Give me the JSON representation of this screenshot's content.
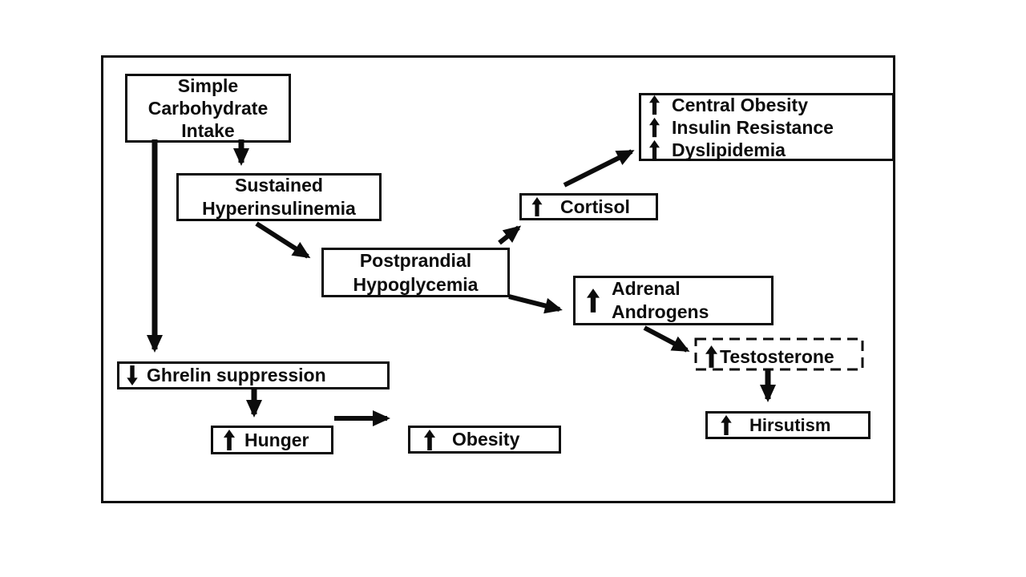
{
  "page": {
    "background_color": "#ffffff",
    "ink_color": "#0c0c0c"
  },
  "diagram": {
    "description": "Flowchart linking simple carbohydrate intake to hyperinsulinemia, hypoglycemia, cortisol, androgen and obesity outcomes",
    "nodes": {
      "simple_carb": {
        "label": "Simple\nCarbohydrate\nIntake",
        "border": "solid"
      },
      "sustained": {
        "label": "Sustained\nHyperinsulinemia",
        "border": "solid"
      },
      "postprandial": {
        "label": "Postprandial\nHypoglycemia",
        "border": "solid"
      },
      "cortisol": {
        "icon": "up-arrow",
        "label": "Cortisol",
        "border": "solid"
      },
      "outcomes": {
        "border": "solid",
        "items": [
          {
            "icon": "up-arrow",
            "label": "Central Obesity"
          },
          {
            "icon": "up-arrow",
            "label": "Insulin Resistance"
          },
          {
            "icon": "up-arrow",
            "label": "Dyslipidemia"
          }
        ]
      },
      "adrenal": {
        "icon": "up-arrow",
        "label": "Adrenal\nAndrogens",
        "border": "solid"
      },
      "testosterone": {
        "icon": "up-arrow",
        "label": "Testosterone",
        "border": "dashed"
      },
      "hirsutism": {
        "icon": "up-arrow",
        "label": "Hirsutism",
        "border": "solid"
      },
      "ghrelin": {
        "icon": "down-arrow",
        "label": "Ghrelin suppression",
        "border": "solid"
      },
      "hunger": {
        "icon": "up-arrow",
        "label": "Hunger",
        "border": "solid"
      },
      "obesity": {
        "icon": "up-arrow",
        "label": "Obesity",
        "border": "solid"
      }
    },
    "edges": [
      {
        "from": "simple-carbohydrate-intake",
        "to": "sustained-hyperinsulinemia"
      },
      {
        "from": "simple-carbohydrate-intake",
        "to": "ghrelin-suppression"
      },
      {
        "from": "sustained-hyperinsulinemia",
        "to": "postprandial-hypoglycemia"
      },
      {
        "from": "postprandial-hypoglycemia",
        "to": "cortisol"
      },
      {
        "from": "cortisol",
        "to": "central-obesity-insulin-resistance-dyslipidemia"
      },
      {
        "from": "postprandial-hypoglycemia",
        "to": "adrenal-androgens"
      },
      {
        "from": "adrenal-androgens",
        "to": "testosterone"
      },
      {
        "from": "testosterone",
        "to": "hirsutism"
      },
      {
        "from": "ghrelin-suppression",
        "to": "hunger"
      },
      {
        "from": "hunger",
        "to": "obesity"
      }
    ]
  }
}
